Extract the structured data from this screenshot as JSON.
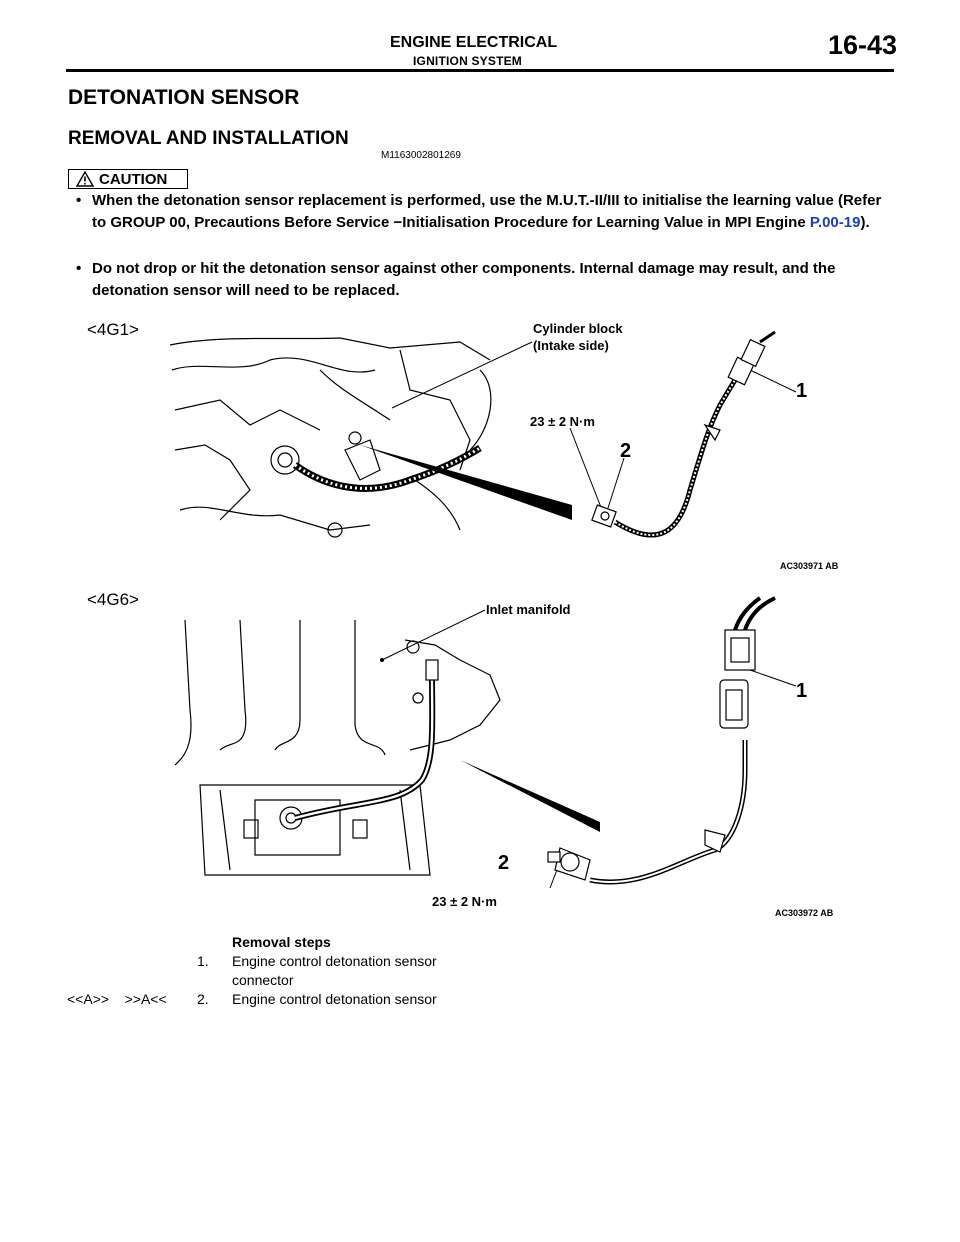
{
  "header": {
    "section": "ENGINE ELECTRICAL",
    "subsection": "IGNITION SYSTEM",
    "page": "16-43"
  },
  "title": "DETONATION SENSOR",
  "subtitle": "REMOVAL AND INSTALLATION",
  "doc_id": "M1163002801269",
  "caution": {
    "label": "CAUTION",
    "bullets": [
      {
        "text_before": "When the detonation sensor replacement is performed, use the M.U.T.-II/III to initialise the learning value (Refer to GROUP 00, Precautions Before Service −Initialisation Procedure for Learning Value in MPI Engine ",
        "link": "P.00-19",
        "text_after": ")."
      },
      {
        "text_before": "Do not drop or hit the detonation sensor against other components. Internal damage may result, and the detonation sensor will need to be replaced.",
        "link": "",
        "text_after": ""
      }
    ]
  },
  "figure1": {
    "engine": "<4G1>",
    "callout_block_1": "Cylinder block",
    "callout_block_2": "(Intake side)",
    "torque": "23 ± 2 N·m",
    "item1": "1",
    "item2": "2",
    "code": "AC303971",
    "code_suffix": "AB"
  },
  "figure2": {
    "engine": "<4G6>",
    "callout_manifold": "Inlet manifold",
    "torque": "23 ± 2 N·m",
    "item1": "1",
    "item2": "2",
    "code": "AC303972",
    "code_suffix": "AB"
  },
  "removal_steps": {
    "heading": "Removal steps",
    "steps": [
      {
        "prefix": "",
        "number": "1.",
        "line1": "Engine control detonation sensor",
        "line2": "connector"
      },
      {
        "prefix": "<<A>>    >>A<<",
        "number": "2.",
        "line1": "Engine control detonation sensor",
        "line2": ""
      }
    ]
  }
}
